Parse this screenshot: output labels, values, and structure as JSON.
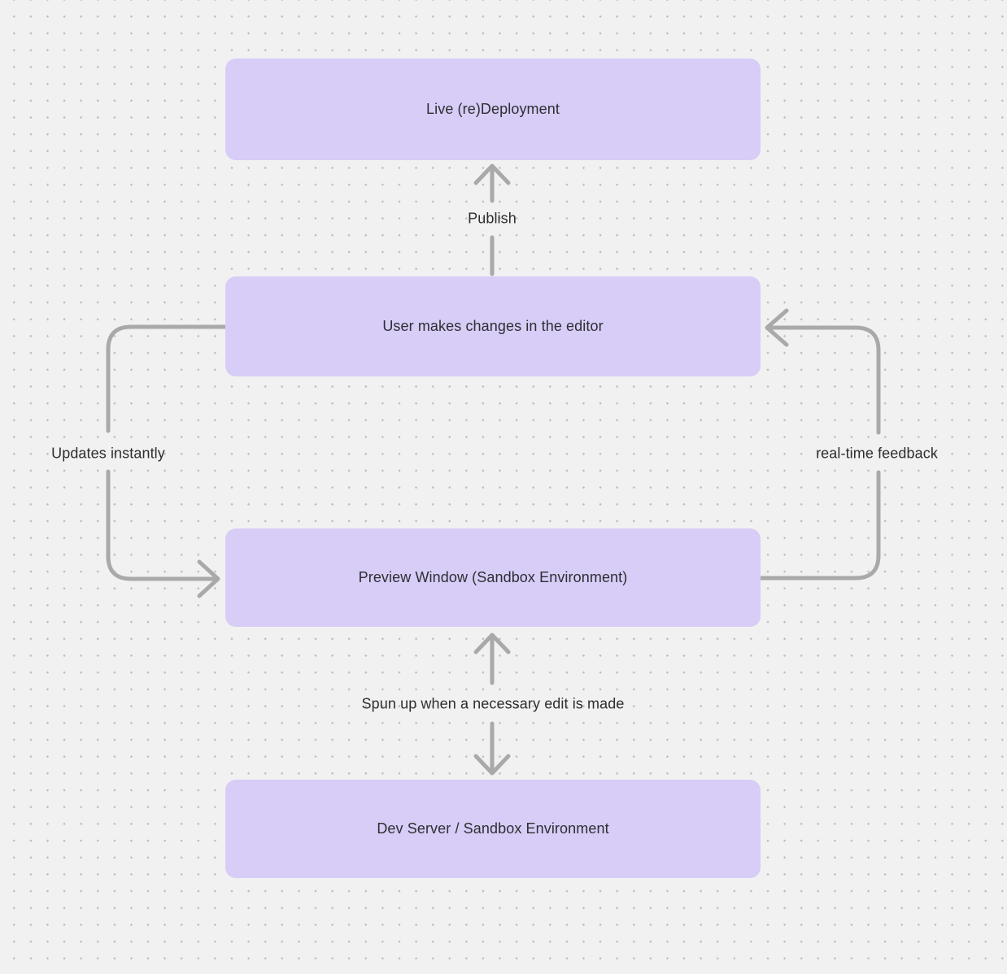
{
  "theme": {
    "background": "#f2f1f1",
    "dot_color": "#bdbdbd",
    "node_fill": "#d7cdf7",
    "arrow_color": "#a9a9a9",
    "text_color": "#2e2e32"
  },
  "diagram": {
    "nodes": [
      {
        "id": "live-deployment",
        "label": "Live (re)Deployment"
      },
      {
        "id": "editor-changes",
        "label": "User makes changes in the editor"
      },
      {
        "id": "preview-window",
        "label": "Preview Window (Sandbox Environment)"
      },
      {
        "id": "dev-server",
        "label": "Dev Server / Sandbox Environment"
      }
    ],
    "edges": [
      {
        "id": "publish",
        "from": "editor-changes",
        "to": "live-deployment",
        "label": "Publish",
        "bidirectional": false
      },
      {
        "id": "updates-instantly",
        "from": "editor-changes",
        "to": "preview-window",
        "label": "Updates instantly",
        "bidirectional": false
      },
      {
        "id": "real-time-feedback",
        "from": "preview-window",
        "to": "editor-changes",
        "label": "real-time feedback",
        "bidirectional": false
      },
      {
        "id": "spun-up",
        "from": "preview-window",
        "to": "dev-server",
        "label": "Spun up when a necessary edit is made",
        "bidirectional": true
      }
    ]
  }
}
